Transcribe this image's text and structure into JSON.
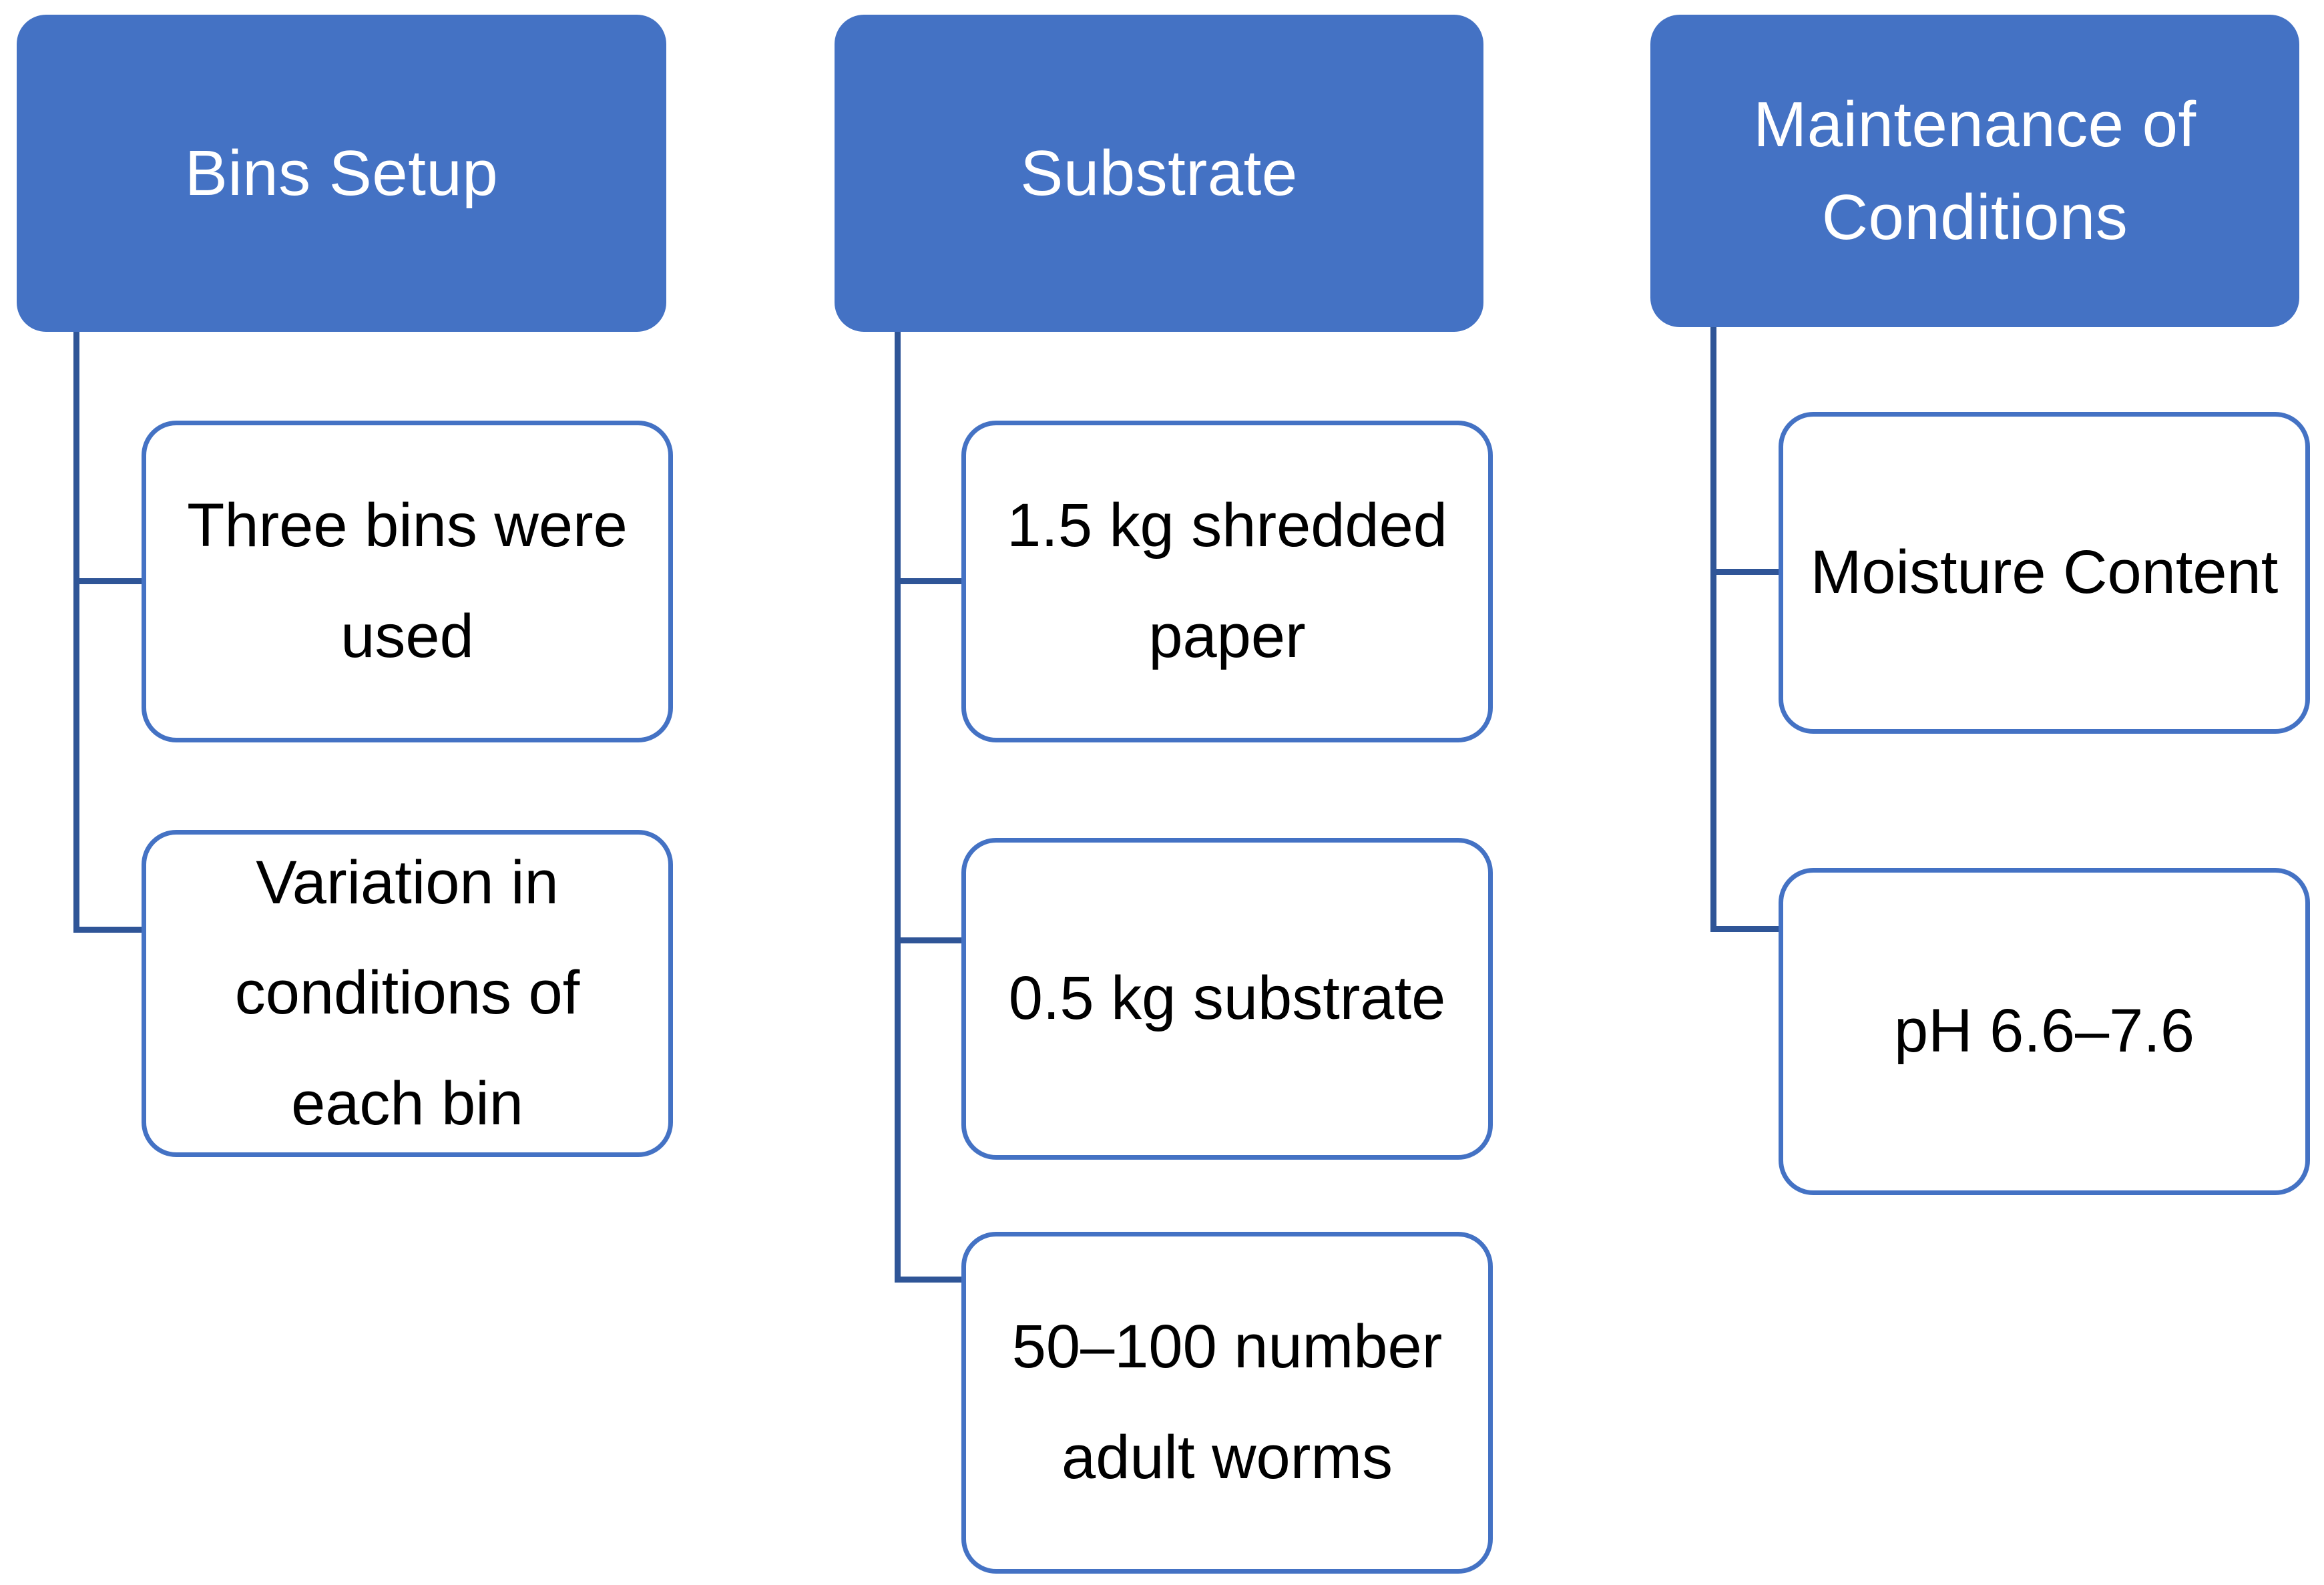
{
  "diagram": {
    "type": "three-column-tree",
    "accent_color": "#4472C4",
    "connector_color": "#2F5597",
    "box_text_color": "#000000",
    "header_text_color": "#FFFFFF",
    "columns": [
      {
        "id": "bins-setup",
        "header": "Bins Setup",
        "children": [
          {
            "id": "three-bins-were-used",
            "text": "Three bins were used"
          },
          {
            "id": "variation-in-conditions-of-each-bin",
            "text": "Variation in conditions of each bin"
          }
        ]
      },
      {
        "id": "substrate",
        "header": "Substrate",
        "children": [
          {
            "id": "shredded-paper",
            "text": "1.5 kg shredded paper"
          },
          {
            "id": "substrate-mass",
            "text": "0.5 kg substrate"
          },
          {
            "id": "adult-worms",
            "text": "50–100 number adult worms"
          }
        ]
      },
      {
        "id": "maintenance-of-conditions",
        "header": "Maintenance of Conditions",
        "children": [
          {
            "id": "moisture-content",
            "text": "Moisture Content"
          },
          {
            "id": "ph-range",
            "text": "pH 6.6–7.6"
          }
        ]
      }
    ]
  }
}
